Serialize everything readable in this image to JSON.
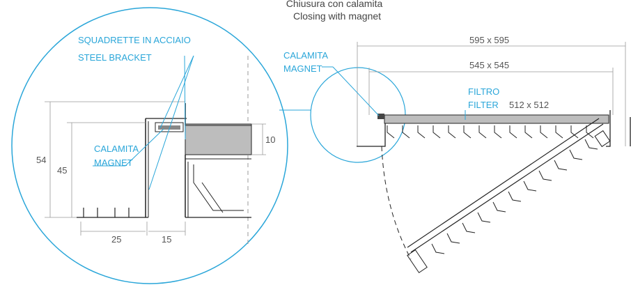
{
  "header": {
    "title_it": "Chiusura con calamita",
    "title_en": "Closing with magnet"
  },
  "detail": {
    "bracket_it": "SQUADRETTE IN ACCIAIO",
    "bracket_en": "STEEL BRACKET",
    "magnet_it": "CALAMITA",
    "magnet_en": "MAGNET",
    "dim_54": "54",
    "dim_45": "45",
    "dim_10": "10",
    "dim_25": "25",
    "dim_15": "15"
  },
  "overview": {
    "magnet_it": "CALAMITA",
    "magnet_en": "MAGNET",
    "filter_it": "FILTRO",
    "filter_en": "FILTER",
    "dim_outer": "595 x 595",
    "dim_inner": "545 x 545",
    "dim_filter": "512 x 512"
  },
  "colors": {
    "accent": "#2aa6d9",
    "line": "#333333",
    "filter_fill": "#bdbdbd"
  }
}
